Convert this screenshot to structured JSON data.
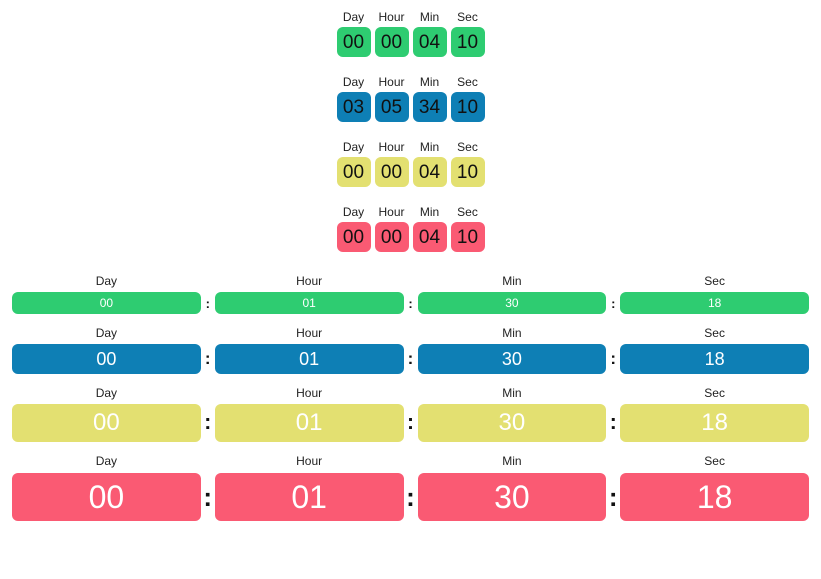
{
  "page": {
    "background": "#ffffff",
    "separator_glyph": ":"
  },
  "palette": {
    "green": "#2ecc71",
    "blue": "#0e7fb5",
    "yellow": "#e3e071",
    "red": "#fa5a73",
    "label_text": "#222222",
    "value_text_light": "#ffffff",
    "value_text_dark": "#111111"
  },
  "labels": {
    "day": "Day",
    "hour": "Hour",
    "min": "Min",
    "sec": "Sec"
  },
  "compact_counters": [
    {
      "theme": "green",
      "units": [
        {
          "label": "Day",
          "value": "00"
        },
        {
          "label": "Hour",
          "value": "00"
        },
        {
          "label": "Min",
          "value": "04"
        },
        {
          "label": "Sec",
          "value": "10"
        }
      ]
    },
    {
      "theme": "blue",
      "units": [
        {
          "label": "Day",
          "value": "03"
        },
        {
          "label": "Hour",
          "value": "05"
        },
        {
          "label": "Min",
          "value": "34"
        },
        {
          "label": "Sec",
          "value": "10"
        }
      ]
    },
    {
      "theme": "yellow",
      "units": [
        {
          "label": "Day",
          "value": "00"
        },
        {
          "label": "Hour",
          "value": "00"
        },
        {
          "label": "Min",
          "value": "04"
        },
        {
          "label": "Sec",
          "value": "10"
        }
      ]
    },
    {
      "theme": "red",
      "units": [
        {
          "label": "Day",
          "value": "00"
        },
        {
          "label": "Hour",
          "value": "00"
        },
        {
          "label": "Min",
          "value": "04"
        },
        {
          "label": "Sec",
          "value": "10"
        }
      ]
    }
  ],
  "bar_counters": [
    {
      "theme": "green",
      "units": [
        {
          "label": "Day",
          "value": "00"
        },
        {
          "label": "Hour",
          "value": "01"
        },
        {
          "label": "Min",
          "value": "30"
        },
        {
          "label": "Sec",
          "value": "18"
        }
      ]
    },
    {
      "theme": "blue",
      "units": [
        {
          "label": "Day",
          "value": "00"
        },
        {
          "label": "Hour",
          "value": "01"
        },
        {
          "label": "Min",
          "value": "30"
        },
        {
          "label": "Sec",
          "value": "18"
        }
      ]
    },
    {
      "theme": "yellow",
      "units": [
        {
          "label": "Day",
          "value": "00"
        },
        {
          "label": "Hour",
          "value": "01"
        },
        {
          "label": "Min",
          "value": "30"
        },
        {
          "label": "Sec",
          "value": "18"
        }
      ]
    },
    {
      "theme": "red",
      "units": [
        {
          "label": "Day",
          "value": "00"
        },
        {
          "label": "Hour",
          "value": "01"
        },
        {
          "label": "Min",
          "value": "30"
        },
        {
          "label": "Sec",
          "value": "18"
        }
      ]
    }
  ]
}
